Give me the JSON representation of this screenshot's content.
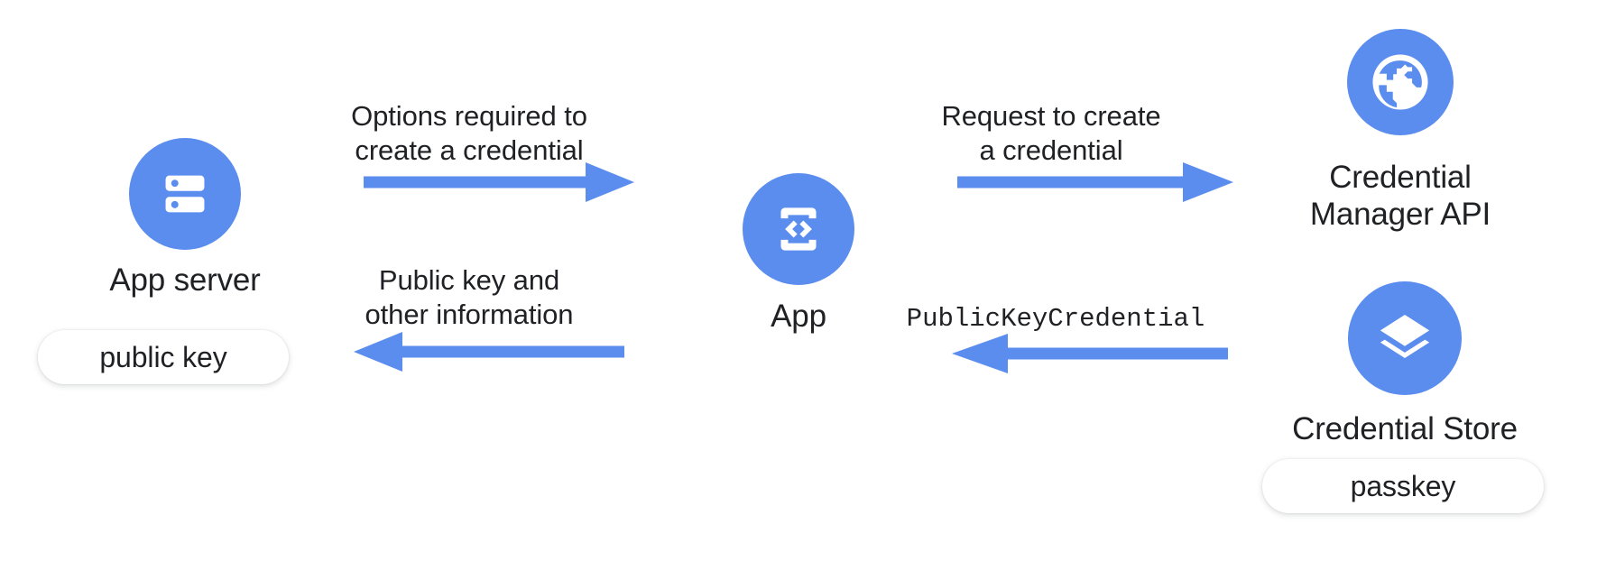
{
  "diagram": {
    "title": "Passkey creation flow between app server, app, Credential Manager API and Credential Store",
    "accent_color": "#5b8def",
    "text_color": "#202124",
    "background_color": "#ffffff"
  },
  "nodes": [
    {
      "id": "app-server",
      "label": "App server",
      "icon": "server-icon",
      "chip": "public key"
    },
    {
      "id": "app",
      "label": "App",
      "icon": "app-device-code-icon",
      "chip": null
    },
    {
      "id": "credential-manager-api",
      "label": "Credential\nManager API",
      "icon": "globe-icon",
      "chip": null
    },
    {
      "id": "credential-store",
      "label": "Credential Store",
      "icon": "layers-icon",
      "chip": "passkey"
    }
  ],
  "flows": [
    {
      "id": "options-required",
      "label": "Options required to\ncreate a credential",
      "direction": "right",
      "from": "app-server",
      "to": "app",
      "monospace": false
    },
    {
      "id": "public-key-and-other-information",
      "label": "Public key and\nother information",
      "direction": "left",
      "from": "app",
      "to": "app-server",
      "monospace": false
    },
    {
      "id": "request-to-create",
      "label": "Request to create\na credential",
      "direction": "right",
      "from": "app",
      "to": "credential-manager-api",
      "monospace": false
    },
    {
      "id": "public-key-credential",
      "label": "PublicKeyCredential",
      "direction": "left",
      "from": "credential-store",
      "to": "app",
      "monospace": true
    }
  ]
}
